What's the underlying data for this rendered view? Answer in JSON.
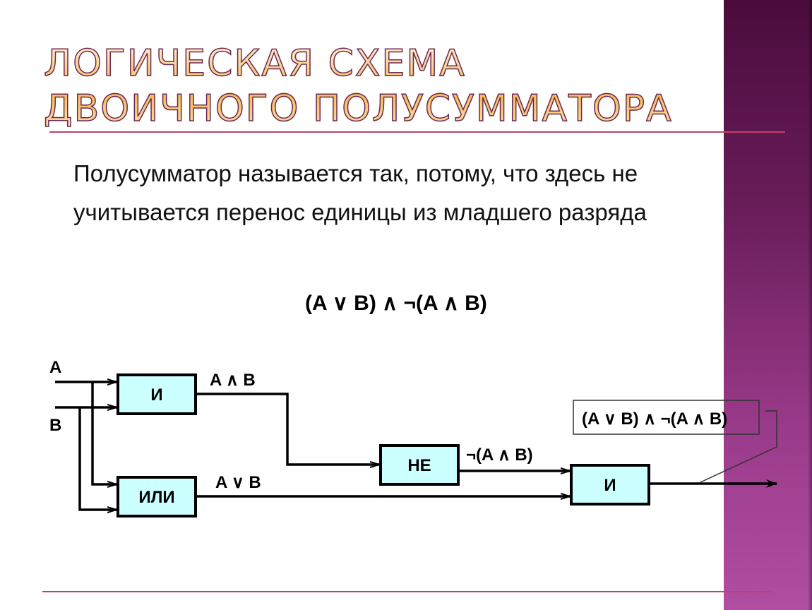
{
  "title": {
    "line1": "ЛОГИЧЕСКАЯ СХЕМА",
    "line2": "ДВОИЧНОГО ПОЛУСУММАТОРА"
  },
  "body_text": "Полусумматор называется так, потому, что здесь не учитывается перенос единицы из младшего разряда",
  "formula": "(A ∨ B) ∧ ¬(A ∧ B)",
  "diagram": {
    "input_a": "A",
    "input_b": "B",
    "gate_and1": "И",
    "gate_or": "ИЛИ",
    "gate_not": "НЕ",
    "gate_and2": "И",
    "label_and": "A ∧ B",
    "label_or": "A ∨ B",
    "label_not": "¬(A ∧ B)",
    "output_label": "(A ∨ B) ∧ ¬(A ∧ B)"
  },
  "colors": {
    "accent": "#c0406a",
    "gate_fill": "#ccffff",
    "band": "#6a1d5a"
  }
}
